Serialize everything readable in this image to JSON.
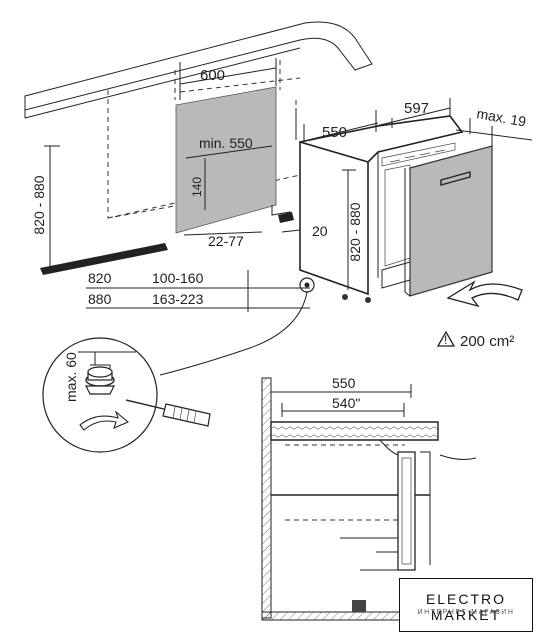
{
  "dimensions": {
    "niche_width": "600",
    "depth_597": "597",
    "max_19": "max. 19",
    "depth_550": "550",
    "min_550": "min. 550",
    "d140": "140",
    "h_820_880_left": "820 - 880",
    "h_820_880_right": "820 - 880",
    "d20": "20",
    "d22_77": "22-77",
    "row820_a": "820",
    "row820_b": "100-160",
    "row880_a": "880",
    "row880_b": "163-223",
    "max_60": "max. 60",
    "vent": "200 cm²",
    "section_550": "550",
    "section_540": "540\""
  },
  "icons": {
    "warning": "warning-triangle-icon",
    "airflow": "airflow-arrow-icon",
    "screwdriver": "screwdriver-icon",
    "rotate": "rotate-arrow-icon"
  },
  "watermark": {
    "title": "ELECTRO MARKET",
    "subtitle": "ИНТЕРНЕТ-МАГАЗИН"
  }
}
